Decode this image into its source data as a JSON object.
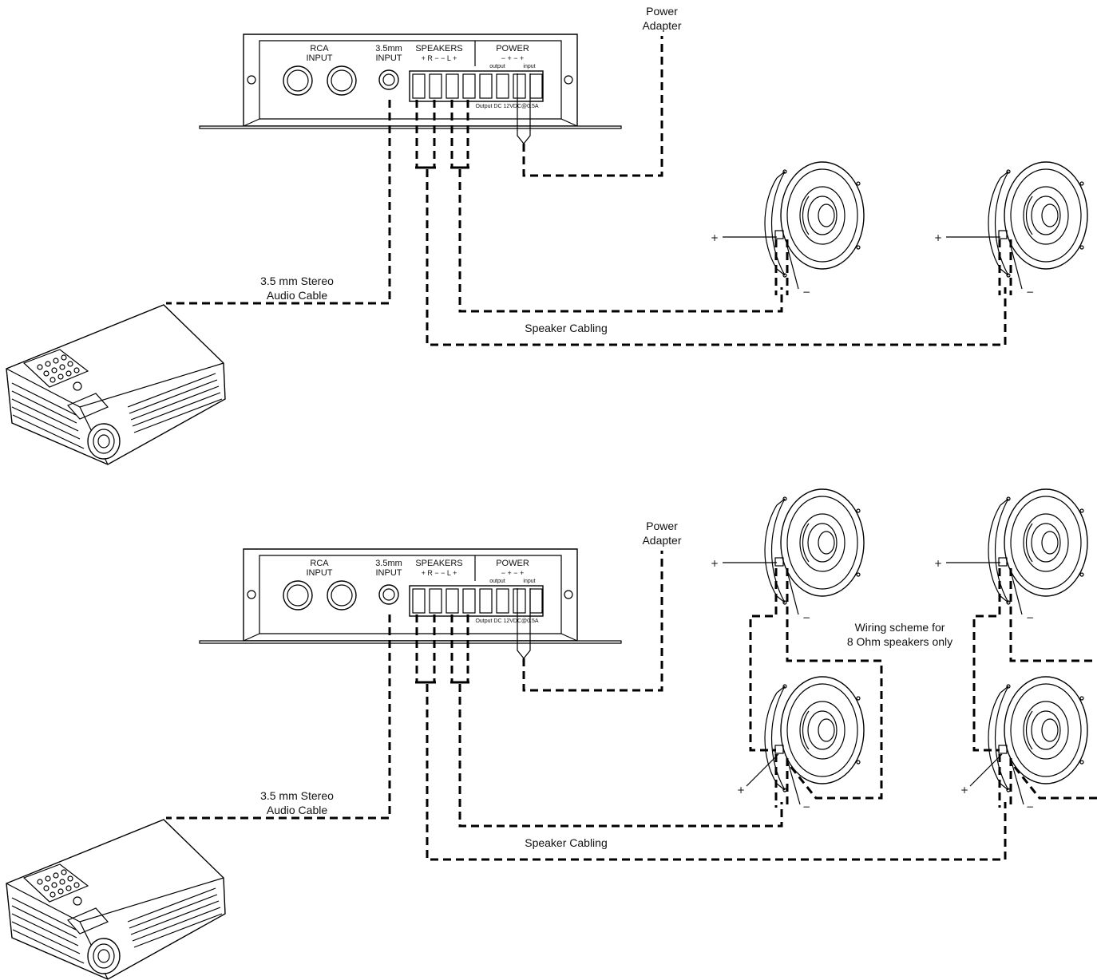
{
  "amplifier": {
    "rca_label_1": "RCA",
    "rca_label_2": "INPUT",
    "aux_label_1": "3.5mm",
    "aux_label_2": "INPUT",
    "speakers_label": "SPEAKERS",
    "speakers_polarity": "+ R −   − L +",
    "power_label": "POWER",
    "power_polarity": "−  +       −  +",
    "output_label": "output",
    "input_label": "input",
    "terminal_note": "Output DC 12VDC@0.5A"
  },
  "diagram_top": {
    "power_adapter_1": "Power",
    "power_adapter_2": "Adapter",
    "audio_cable_1": "3.5 mm Stereo",
    "audio_cable_2": "Audio Cable",
    "speaker_cabling": "Speaker Cabling",
    "plus": "+",
    "minus": "−"
  },
  "diagram_bottom": {
    "power_adapter_1": "Power",
    "power_adapter_2": "Adapter",
    "audio_cable_1": "3.5 mm Stereo",
    "audio_cable_2": "Audio Cable",
    "speaker_cabling": "Speaker Cabling",
    "wiring_note_1": "Wiring scheme for",
    "wiring_note_2": "8 Ohm speakers only",
    "plus": "+",
    "minus": "−"
  }
}
